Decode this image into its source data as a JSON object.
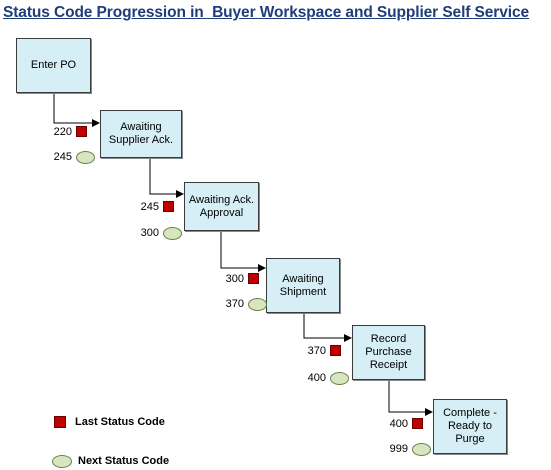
{
  "title": "Status Code Progression in  Buyer Workspace and Supplier Self Service",
  "boxes": [
    {
      "label": "Enter PO"
    },
    {
      "label": "Awaiting Supplier Ack."
    },
    {
      "label": "Awaiting Ack. Approval"
    },
    {
      "label": "Awaiting Shipment"
    },
    {
      "label": "Record Purchase Receipt"
    },
    {
      "label": "Complete - Ready to Purge"
    }
  ],
  "codes": [
    {
      "last": "220",
      "next": "245"
    },
    {
      "last": "245",
      "next": "300"
    },
    {
      "last": "300",
      "next": "370"
    },
    {
      "last": "370",
      "next": "400"
    },
    {
      "last": "400",
      "next": "999"
    }
  ],
  "legend": {
    "last_label": "Last Status Code",
    "next_label": "Next Status Code"
  },
  "colors": {
    "box_fill": "#d6eef6",
    "last_marker": "#c00000",
    "next_marker": "#d8e6c0",
    "title": "#1f3d7a"
  }
}
